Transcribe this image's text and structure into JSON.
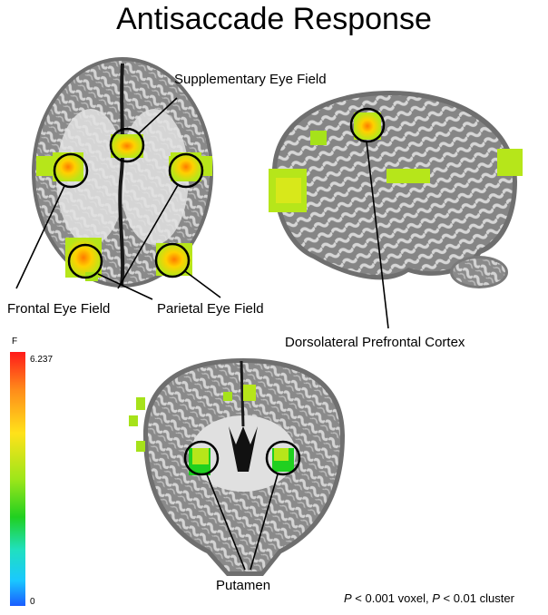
{
  "title": "Antisaccade Response",
  "labels": {
    "sef": "Supplementary Eye Field",
    "fef": "Frontal Eye Field",
    "pef": "Parietal Eye Field",
    "dlpfc": "Dorsolateral Prefrontal Cortex",
    "putamen": "Putamen"
  },
  "colorbar": {
    "title": "F",
    "max": "6.237",
    "min": "0",
    "colors": [
      "#ff1a1a",
      "#ff8c1a",
      "#ffe21a",
      "#9ee61a",
      "#20d020",
      "#20e0c0",
      "#1ac8ff",
      "#1a5cff"
    ]
  },
  "statistics": {
    "p1": "P",
    "voxel": " < 0.001 voxel, ",
    "p2": "P",
    "cluster": " < 0.01 cluster"
  }
}
